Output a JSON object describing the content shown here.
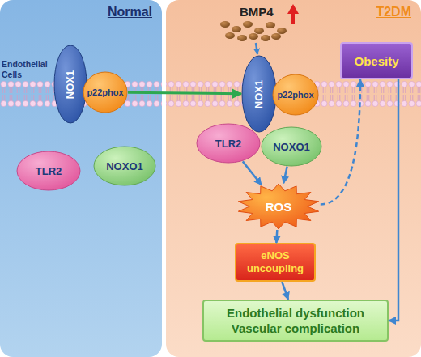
{
  "diagram": {
    "nodes": [
      {
        "text": [
          "Normal"
        ]
      },
      {
        "text": [
          "NOX1"
        ],
        "in": 0
      },
      {
        "text": [
          "p22phox"
        ],
        "in": 0
      },
      {
        "text": [
          "TLR2"
        ],
        "in": 0
      },
      {
        "text": [
          "NOXO1"
        ],
        "in": 0
      },
      {
        "text": [
          "T2DM"
        ]
      },
      {
        "text": [
          "NOX1"
        ],
        "in": 5
      },
      {
        "text": [
          "p22phox"
        ],
        "in": 5
      },
      {
        "text": [
          "TLR2"
        ],
        "in": 5
      },
      {
        "text": [
          "NOXO1"
        ],
        "in": 5
      },
      {
        "text": [
          "Obesity"
        ],
        "in": 5
      },
      {
        "text": [
          "ROS"
        ],
        "in": 5
      },
      {
        "text": [
          "eNOS uncoupling"
        ],
        "in": 5
      },
      {
        "text": [
          "Endothelial dysfunction Vascular complication"
        ],
        "in": 5
      }
    ],
    "edges": [
      {
        "from": 2,
        "to": 6,
        "arrow": "to"
      },
      {
        "from": 8,
        "to": 11,
        "arrow": "to"
      },
      {
        "from": 9,
        "to": 11,
        "arrow": "to"
      },
      {
        "from": 11,
        "to": 12,
        "arrow": "to"
      },
      {
        "from": 11,
        "to": 10,
        "arrow": "to"
      },
      {
        "from": 12,
        "to": 13,
        "arrow": "to"
      },
      {
        "from": 10,
        "to": 13,
        "arrow": "to"
      }
    ],
    "labels": [
      "Endothelial Cells",
      "BMP4"
    ]
  }
}
